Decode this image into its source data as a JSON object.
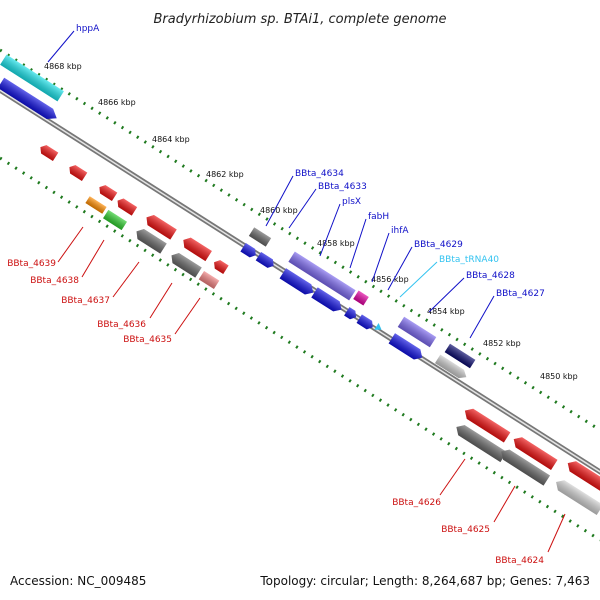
{
  "title": "Bradyrhizobium sp. BTAi1, complete genome",
  "footer": {
    "accession": "Accession: NC_009485",
    "topology": "Topology: circular; Length: 8,264,687 bp; Genes: 7,463"
  },
  "colors": {
    "forward_label": "#1010c8",
    "reverse_label": "#cc1010",
    "trna_label": "#33c3f0",
    "tick": "#1f7a1f",
    "backbone": "#777777"
  },
  "ticks": [
    "4868 kbp",
    "4866 kbp",
    "4864 kbp",
    "4862 kbp",
    "4860 kbp",
    "4858 kbp",
    "4856 kbp",
    "4854 kbp",
    "4852 kbp",
    "4850 kbp"
  ],
  "forward_labels": [
    "hppA",
    "BBta_4634",
    "BBta_4633",
    "plsX",
    "fabH",
    "ihfA",
    "BBta_4629",
    "BBta_tRNA40",
    "BBta_4628",
    "BBta_4627"
  ],
  "reverse_labels": [
    "BBta_4639",
    "BBta_4638",
    "BBta_4637",
    "BBta_4636",
    "BBta_4635",
    "BBta_4626",
    "BBta_4625",
    "BBta_4624"
  ]
}
